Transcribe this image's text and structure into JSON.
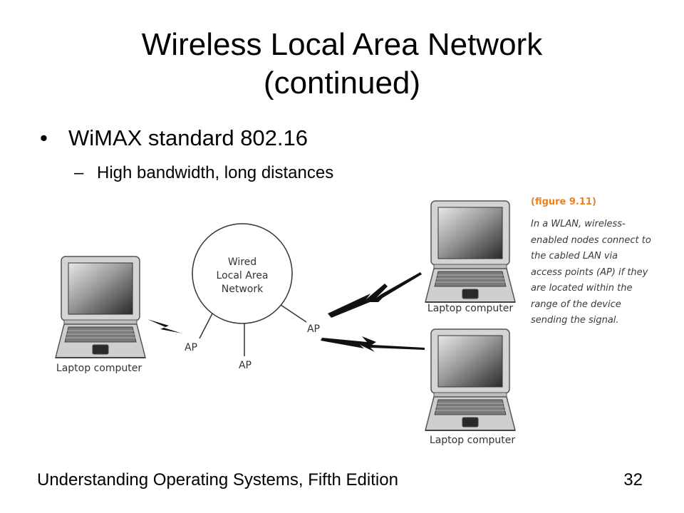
{
  "title": {
    "line1": "Wireless Local Area Network",
    "line2": "(continued)"
  },
  "bullets": {
    "main": {
      "marker": "•",
      "text": "WiMAX standard 802.16"
    },
    "sub": {
      "marker": "–",
      "text": "High bandwidth, long distances"
    }
  },
  "diagram": {
    "network_lines": [
      "Wired",
      "Local Area",
      "Network"
    ],
    "ap_labels": [
      "AP",
      "AP",
      "AP"
    ],
    "laptop_label": "Laptop computer",
    "figure_title": "(figure 9.11)",
    "caption": "In a WLAN, wireless-enabled nodes connect to the cabled LAN via access points (AP) if they are located within the range of the device sending the signal."
  },
  "footer": {
    "left": "Understanding Operating Systems, Fifth Edition",
    "page": "32"
  },
  "colors": {
    "accent": "#e8821e",
    "caption_text": "#3a3a3a",
    "lines": "#333333"
  }
}
